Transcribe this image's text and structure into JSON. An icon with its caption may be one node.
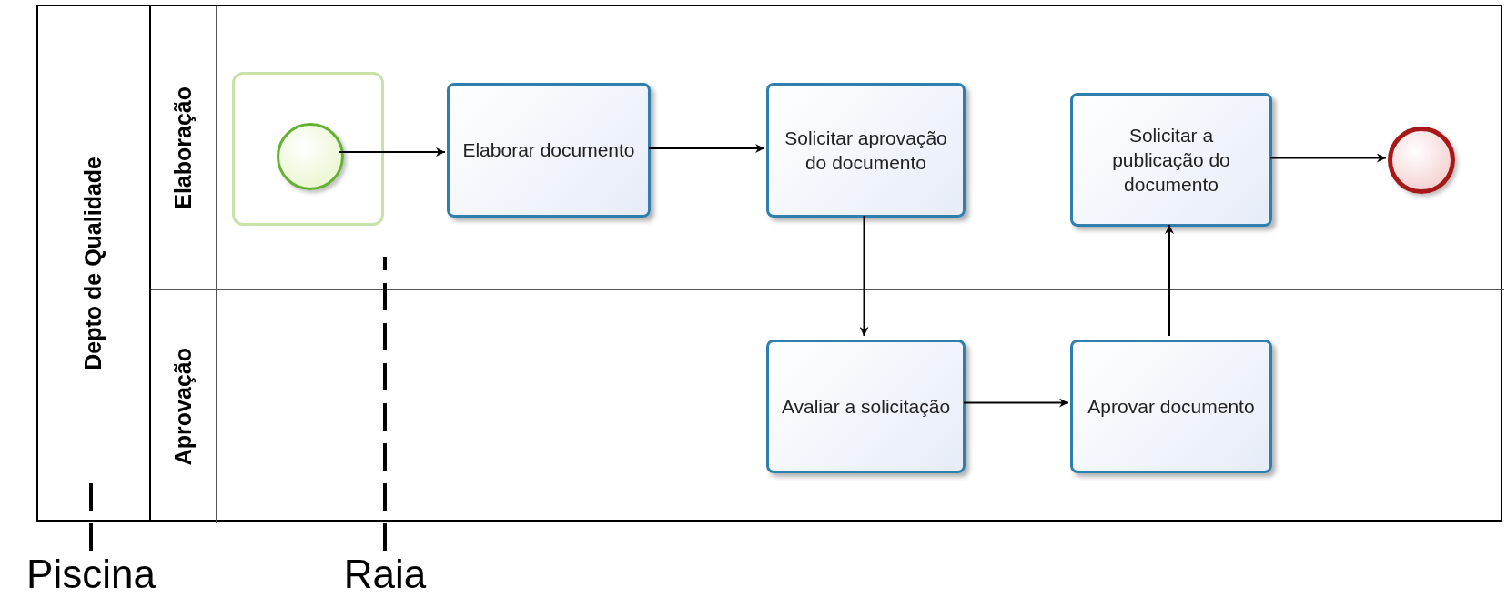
{
  "diagram": {
    "nodes": [
      {
        "text": [
          "Depto de Qualidade"
        ]
      },
      {
        "text": [
          "Elaboração"
        ],
        "in": 0
      },
      {
        "text": [
          "Aprovação"
        ],
        "in": 0
      },
      {
        "text": [],
        "shape": "box",
        "in": 1
      },
      {
        "text": [],
        "shape": "circle",
        "in": 3
      },
      {
        "text": [
          "Elaborar documento"
        ],
        "in": 1
      },
      {
        "text": [
          "Solicitar aprovação do documento"
        ],
        "in": 1
      },
      {
        "text": [
          "Solicitar a publicação do documento"
        ],
        "in": 1
      },
      {
        "text": [],
        "shape": "circle",
        "in": 1
      },
      {
        "text": [
          "Avaliar a solicitação"
        ],
        "in": 2
      },
      {
        "text": [
          "Aprovar documento"
        ],
        "in": 2
      },
      {
        "text": [
          "Piscina"
        ]
      },
      {
        "text": [
          "Raia"
        ]
      }
    ],
    "edges": [
      {
        "from": 4,
        "to": 5,
        "arrow": "to"
      },
      {
        "from": 5,
        "to": 6,
        "arrow": "to"
      },
      {
        "from": 6,
        "to": 9,
        "arrow": "to"
      },
      {
        "from": 9,
        "to": 10,
        "arrow": "to"
      },
      {
        "from": 10,
        "to": 7,
        "arrow": "to"
      },
      {
        "from": 7,
        "to": 8,
        "arrow": "to"
      },
      {
        "from": 11,
        "to": 0,
        "arrow": "none",
        "style": "dashed"
      },
      {
        "from": 12,
        "to": 2,
        "arrow": "none",
        "style": "dashed"
      }
    ]
  }
}
